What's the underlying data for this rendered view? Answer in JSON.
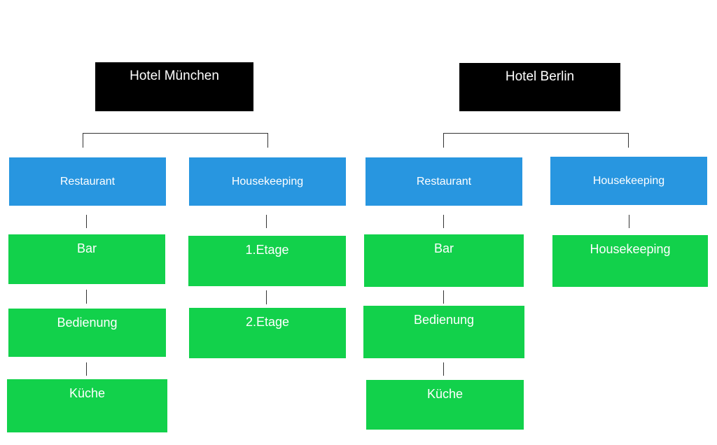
{
  "hotels": [
    {
      "name": "Hotel München",
      "departments": [
        {
          "name": "Restaurant",
          "units": [
            "Bar",
            "Bedienung",
            "Küche"
          ]
        },
        {
          "name": "Housekeeping",
          "units": [
            "1.Etage",
            "2.Etage"
          ]
        }
      ]
    },
    {
      "name": "Hotel Berlin",
      "departments": [
        {
          "name": "Restaurant",
          "units": [
            "Bar",
            "Bedienung",
            "Küche"
          ]
        },
        {
          "name": "Housekeeping",
          "units": [
            "Housekeeping"
          ]
        }
      ]
    }
  ],
  "colors": {
    "hotel_box": "#000000",
    "department_box": "#2896e0",
    "unit_box": "#12d14b",
    "text": "#ffffff",
    "connector": "#333333"
  }
}
